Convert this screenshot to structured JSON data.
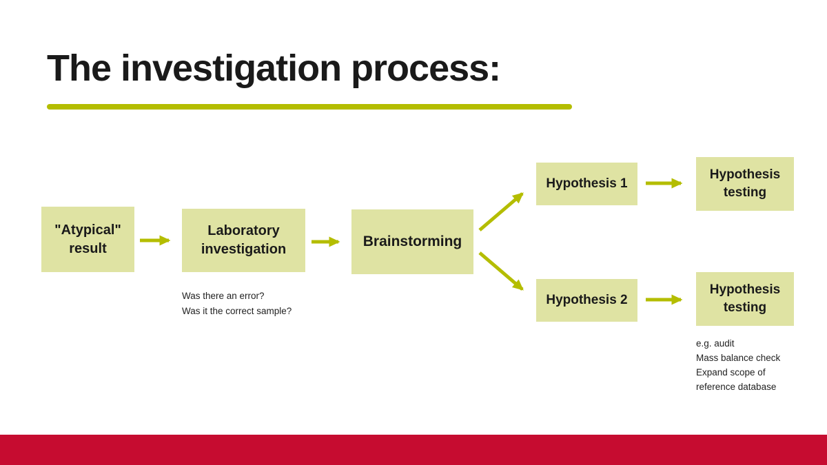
{
  "title": "The investigation process:",
  "flowchart": {
    "boxes": [
      {
        "id": "atypical-result",
        "label": "\"Atypical\" result"
      },
      {
        "id": "laboratory-investigation",
        "label": "Laboratory investigation"
      },
      {
        "id": "brainstorming",
        "label": "Brainstorming"
      },
      {
        "id": "hypothesis-1",
        "label": "Hypothesis 1"
      },
      {
        "id": "hypothesis-2",
        "label": "Hypothesis 2"
      },
      {
        "id": "hypothesis-testing-top",
        "label": "Hypothesis testing"
      },
      {
        "id": "hypothesis-testing-bottom",
        "label": "Hypothesis testing"
      }
    ],
    "notes": {
      "laboratory": [
        "Was there an error?",
        "Was it the correct sample?"
      ],
      "hypothesis_testing": [
        "e.g. audit",
        "Mass balance check",
        "Expand scope of",
        "reference database"
      ]
    }
  },
  "colors": {
    "accent_olive": "#b4bd00",
    "box_fill": "#dfe3a3",
    "footer_red": "#c60c30",
    "text_dark": "#1a1a1a"
  }
}
